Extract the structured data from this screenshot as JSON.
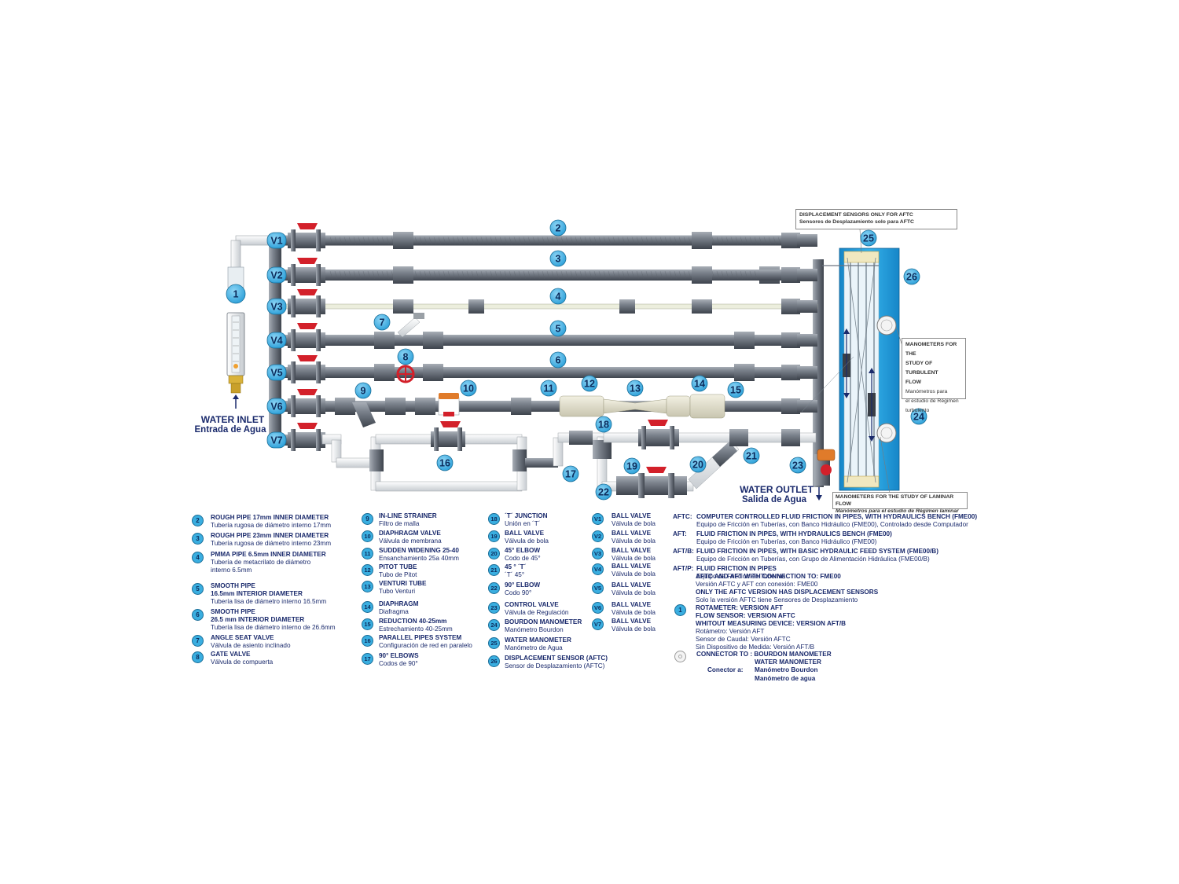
{
  "inlet": {
    "title": "WATER INLET",
    "subtitle": "Entrada de Agua"
  },
  "outlet": {
    "title": "WATER OUTLET",
    "subtitle": "Salida de Agua"
  },
  "valve_labels": [
    "V1",
    "V2",
    "V3",
    "V4",
    "V5",
    "V6",
    "V7"
  ],
  "diagram_numbers": {
    "n1": "1",
    "n2": "2",
    "n3": "3",
    "n4": "4",
    "n5": "5",
    "n6": "6",
    "n7": "7",
    "n8": "8",
    "n9": "9",
    "n10": "10",
    "n11": "11",
    "n12": "12",
    "n13": "13",
    "n14": "14",
    "n15": "15",
    "n16": "16",
    "n17": "17",
    "n18": "18",
    "n19": "19",
    "n20": "20",
    "n21": "21",
    "n22": "22",
    "n23": "23",
    "n24": "24",
    "n25": "25",
    "n26": "26"
  },
  "callouts": {
    "displacement": {
      "en": "DISPLACEMENT SENSORS ONLY FOR AFTC",
      "es": "Sensores de Desplazamiento solo para AFTC"
    },
    "turbulent": {
      "en1": "MANOMETERS FOR THE",
      "en2": "STUDY OF TURBULENT",
      "en3": "FLOW",
      "es1": "Manómetros para",
      "es2": "el estudio de Régimen",
      "es3": "turbulento"
    },
    "laminar": {
      "en": "MANOMETERS FOR THE STUDY OF LAMINAR FLOW",
      "es": "Manómetros para el estudio de Régimen laminar"
    }
  },
  "legend_col1": [
    {
      "num": "2",
      "en": "ROUGH PIPE 17mm INNER DIAMETER",
      "es": [
        "Tubería rugosa de diámetro interno 17mm"
      ]
    },
    {
      "num": "3",
      "en": "ROUGH PIPE 23mm INNER DIAMETER",
      "es": [
        "Tubería rugosa de diámetro interno 23mm"
      ]
    },
    {
      "num": "4",
      "en": "PMMA PIPE 6.5mm INNER DIAMETER",
      "es": [
        "Tubería de metacrilato  de diámetro",
        "interno 6.5mm"
      ]
    },
    {
      "num": "5",
      "en": "SMOOTH PIPE",
      "es": [
        "16.5mm INTERIOR DIAMETER",
        "Tubería lisa de diámetro interno 16.5mm"
      ]
    },
    {
      "num": "6",
      "en": "SMOOTH PIPE",
      "es": [
        "26.5 mm INTERIOR DIAMETER",
        "Tubería lisa de diámetro interno de 26.6mm"
      ]
    },
    {
      "num": "7",
      "en": "ANGLE SEAT VALVE",
      "es": [
        "Válvula de asiento inclinado"
      ]
    },
    {
      "num": "8",
      "en": "GATE VALVE",
      "es": [
        "Válvula de compuerta"
      ]
    }
  ],
  "legend_col2": [
    {
      "num": "9",
      "en": "IN-LINE STRAINER",
      "es": [
        "Filtro de malla"
      ]
    },
    {
      "num": "10",
      "en": "DIAPHRAGM VALVE",
      "es": [
        "Válvula de membrana"
      ]
    },
    {
      "num": "11",
      "en": "SUDDEN WIDENING 25-40",
      "es": [
        "Ensanchamiento 25a 40mm"
      ]
    },
    {
      "num": "12",
      "en": "PITOT TUBE",
      "es": [
        "Tubo de Pitot"
      ]
    },
    {
      "num": "13",
      "en": "VENTURI TUBE",
      "es": [
        "Tubo Venturi"
      ]
    },
    {
      "num": "14",
      "en": "DIAPHRAGM",
      "es": [
        "Diafragma"
      ]
    },
    {
      "num": "15",
      "en": "REDUCTION 40-25mm",
      "es": [
        "Estrechamiento 40-25mm"
      ]
    },
    {
      "num": "16",
      "en": "PARALLEL PIPES SYSTEM",
      "es": [
        "Configuración de red en paralelo"
      ]
    },
    {
      "num": "17",
      "en": "90° ELBOWS",
      "es": [
        "Codos de 90°"
      ]
    }
  ],
  "legend_col3": [
    {
      "num": "18",
      "en": "´T´ JUNCTION",
      "es": [
        "Unión en ´T´"
      ]
    },
    {
      "num": "19",
      "en": "BALL VALVE",
      "es": [
        "Válvula de bola"
      ]
    },
    {
      "num": "20",
      "en": "45° ELBOW",
      "es": [
        "Codo de 45°"
      ]
    },
    {
      "num": "21",
      "en": "45 ° ´T´",
      "es": [
        "´T´ 45°"
      ]
    },
    {
      "num": "22",
      "en": "90° ELBOW",
      "es": [
        "Codo  90°"
      ]
    },
    {
      "num": "23",
      "en": "CONTROL VALVE",
      "es": [
        "Válvula de Regulación"
      ]
    },
    {
      "num": "24",
      "en": "BOURDON MANOMETER",
      "es": [
        "Manómetro Bourdon"
      ]
    },
    {
      "num": "25",
      "en": "WATER MANOMETER",
      "es": [
        "Manómetro de Agua"
      ]
    },
    {
      "num": "26",
      "en": "DISPLACEMENT SENSOR (AFTC)",
      "es": [
        "Sensor de Desplazamiento (AFTC)"
      ]
    }
  ],
  "legend_col4": [
    {
      "num": "V1",
      "en": "BALL VALVE",
      "es": [
        "Válvula de bola"
      ]
    },
    {
      "num": "V2",
      "en": "BALL VALVE",
      "es": [
        "Válvula de bola"
      ]
    },
    {
      "num": "V3",
      "en": "BALL VALVE",
      "es": [
        "Válvula de bola"
      ]
    },
    {
      "num": "V4",
      "en": "BALL VALVE",
      "es": [
        "Válvula de bola"
      ]
    },
    {
      "num": "V5",
      "en": "BALL VALVE",
      "es": [
        "Válvula de bola"
      ]
    },
    {
      "num": "V6",
      "en": "BALL VALVE",
      "es": [
        "Válvula de bola"
      ]
    },
    {
      "num": "V7",
      "en": "BALL VALVE",
      "es": [
        "Válvula de bola"
      ]
    }
  ],
  "versions": [
    {
      "code": "AFTC:",
      "en": "COMPUTER CONTROLLED FLUID FRICTION IN PIPES, WITH HYDRAULICS BENCH (FME00)",
      "es": "Equipo de Fricción en Tuberías, con Banco Hidráulico (FME00), Controlado desde Computador"
    },
    {
      "code": "AFT:",
      "en": "FLUID FRICTION IN PIPES, WITH HYDRAULICS BENCH (FME00)",
      "es": "Equipo de Fricción en Tuberías, con Banco Hidráulico (FME00)"
    },
    {
      "code": "AFT/B:",
      "en": "FLUID FRICTION IN PIPES, WITH BASIC HYDRAULIC FEED SYSTEM (FME00/B)",
      "es": "Equipo de Fricción en Tuberías, con Grupo de Alimentación Hidráulica (FME00/B)"
    },
    {
      "code": "AFT/P:",
      "en": "FLUID FRICTION IN PIPES",
      "es": "Equipo de Fricción en Tuberías"
    }
  ],
  "connection_note": [
    {
      "t": "AFTC AND AFT WITH CONNECTION TO: FME00",
      "b": true
    },
    {
      "t": "Versión AFTC y AFT con conexión: FME00",
      "b": false
    },
    {
      "t": "ONLY THE AFTC VERSION HAS DISPLACEMENT SENSORS",
      "b": true
    },
    {
      "t": "Solo la versión AFTC tiene Sensores de Desplazamiento",
      "b": false
    }
  ],
  "rotameter_note": {
    "num": "1",
    "lines": [
      {
        "t": "ROTAMETER: VERSION AFT",
        "b": true
      },
      {
        "t": "FLOW SENSOR: VERSION AFTC",
        "b": true
      },
      {
        "t": "WHITOUT MEASURING DEVICE: VERSION AFT/B",
        "b": true
      },
      {
        "t": "Rotámetro: Versión AFT",
        "b": false
      },
      {
        "t": "Sensor de Caudal: Versión AFTC",
        "b": false
      },
      {
        "t": "Sin Dispositivo de Medida: Versión AFT/B",
        "b": false
      }
    ]
  },
  "connector_note": {
    "l1": "CONNECTOR  TO : BOURDON MANOMETER",
    "l2": "WATER MANOMETER",
    "l3": "Conector a:",
    "l4": "Manómetro Bourdon",
    "l5": "Manómetro de agua"
  },
  "colors": {
    "pipe": "#6d7480",
    "pipe_dark": "#3f4550",
    "badge": "#3aaee0",
    "valve_red": "#d3202a",
    "text": "#1a2a6c",
    "panel_blue": "#1e9ad6"
  }
}
